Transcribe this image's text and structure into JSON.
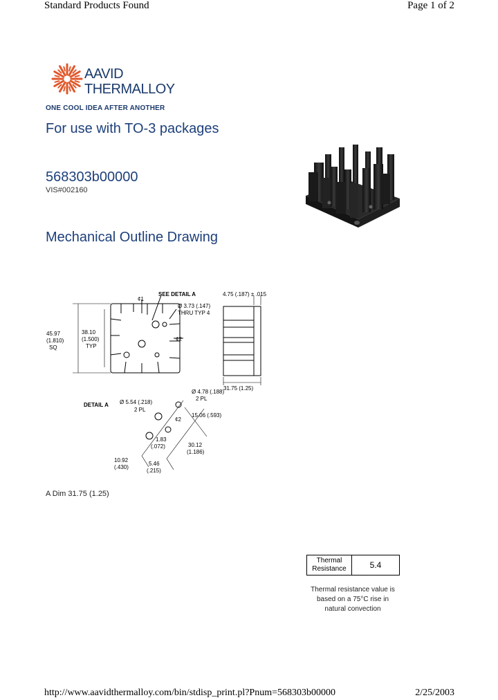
{
  "header": {
    "left": "Standard Products Found",
    "right": "Page 1 of 2"
  },
  "logo": {
    "line1": "AAVID",
    "line2": "THERMALLOY",
    "tagline": "ONE COOL IDEA AFTER ANOTHER",
    "brand_color": "#e0572a",
    "text_color": "#1b3a6b"
  },
  "product": {
    "headline": "For use with TO-3 packages",
    "part_number": "568303b00000",
    "vis_number": "VIS#002160"
  },
  "section_title": "Mechanical Outline Drawing",
  "drawing": {
    "see_detail": "SEE DETAIL A",
    "hole_dim": "Ø 3.73 (.147)",
    "hole_note": "THRU TYP 4",
    "c1": "¢1",
    "c2": "¢2",
    "side_dim": "4.75 (.187) ± .015",
    "width_mm": "45.97",
    "width_in": "(1.810)",
    "width_note": "SQ",
    "inner_mm": "38.10",
    "inner_in": "(1.500)",
    "inner_note": "TYP",
    "height_dim": "31.75 (1.25)",
    "detail_title": "DETAIL A",
    "detail_hole1": "Ø 5.54 (.218)",
    "detail_hole1_note": "2 PL",
    "detail_hole2": "Ø 4.78 (.188)",
    "detail_hole2_note": "2 PL",
    "detail_c2": "¢2",
    "dim_15": "15.06 (.593)",
    "dim_183_mm": "1.83",
    "dim_183_in": "(.072)",
    "dim_30_mm": "30.12",
    "dim_30_in": "(1.186)",
    "dim_1092_mm": "10.92",
    "dim_1092_in": "(.430)",
    "dim_546_mm": "5.46",
    "dim_546_in": "(.215)"
  },
  "a_dim": "A Dim 31.75 (1.25)",
  "thermal": {
    "label_line1": "Thermal",
    "label_line2": "Resistance",
    "value": "5.4",
    "note_line1": "Thermal resistance value is",
    "note_line2": "based on a 75°C rise in",
    "note_line3": "natural convection"
  },
  "footer": {
    "url": "http://www.aavidthermalloy.com/bin/stdisp_print.pl?Pnum=568303b00000",
    "date": "2/25/2003"
  }
}
